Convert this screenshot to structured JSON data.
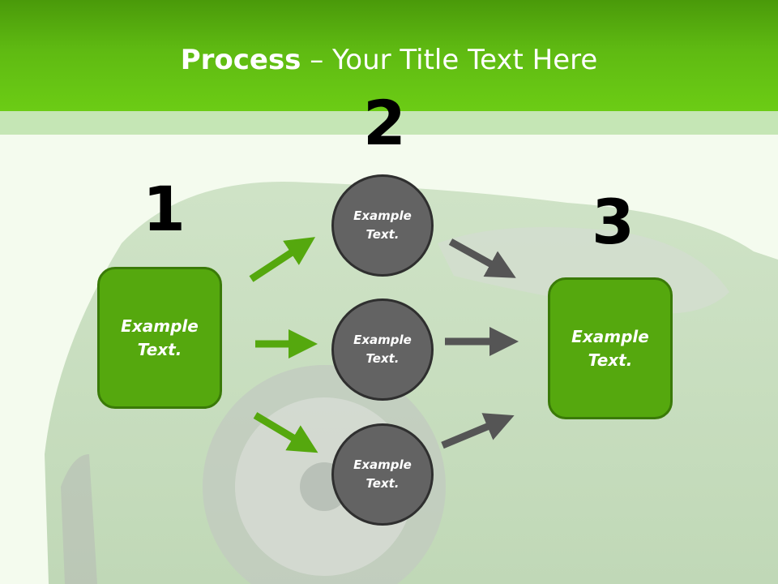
{
  "slide": {
    "title_strong": "Process",
    "title_rest": " – Your Title Text Here"
  },
  "steps": {
    "one": {
      "number": "1",
      "text": "Example Text."
    },
    "two": {
      "number": "2"
    },
    "three": {
      "number": "3",
      "text": "Example Text."
    }
  },
  "circles": [
    {
      "text": "Example Text."
    },
    {
      "text": "Example Text."
    },
    {
      "text": "Example Text."
    }
  ],
  "colors": {
    "green_arrow": "#55a80e",
    "gray_arrow": "#555555",
    "box_fill": "#55a80e",
    "circle_fill": "#636363"
  }
}
